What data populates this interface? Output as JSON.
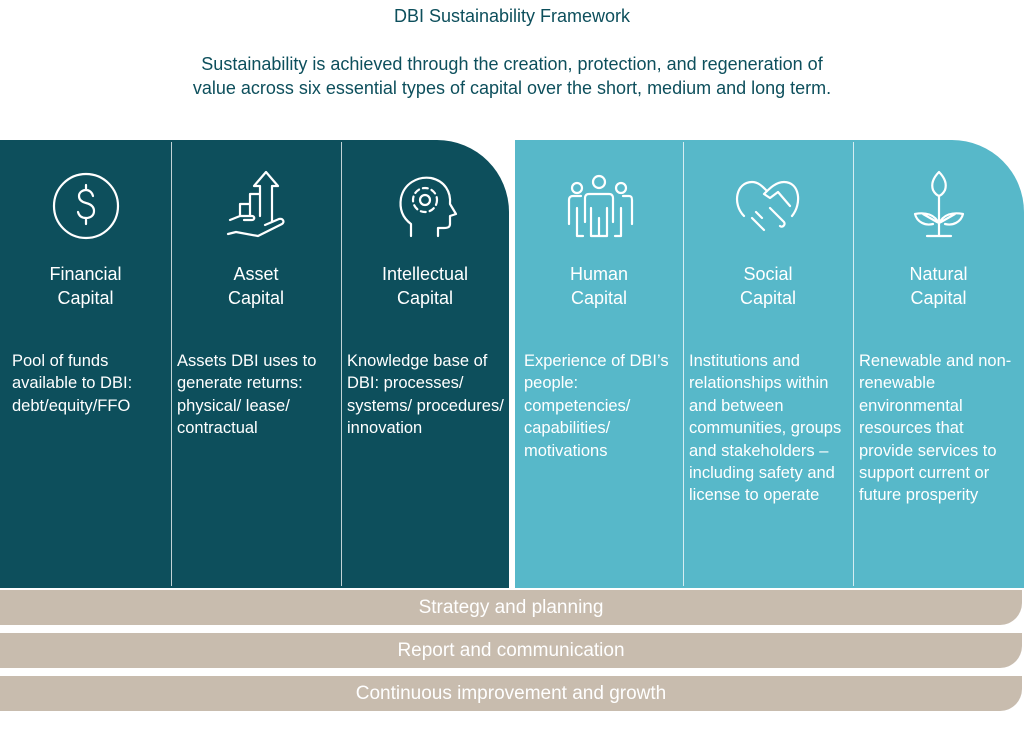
{
  "title": "DBI Sustainability Framework",
  "subtitle": [
    "Sustainability is achieved through the creation, protection, and regeneration of",
    "value across six essential types of capital over the short, medium and long term."
  ],
  "capitals": [
    {
      "name": [
        "Financial",
        "Capital"
      ],
      "icon": "dollar-icon",
      "description": "Pool of funds available to DBI: debt/equity/FFO"
    },
    {
      "name": [
        "Asset",
        "Capital"
      ],
      "icon": "growth-hand-icon",
      "description": "Assets DBI uses to generate returns: physical/ lease/ contractual"
    },
    {
      "name": [
        "Intellectual",
        "Capital"
      ],
      "icon": "head-gear-icon",
      "description": "Knowledge base of DBI: processes/ systems/ procedures/ innovation"
    },
    {
      "name": [
        "Human",
        "Capital"
      ],
      "icon": "people-icon",
      "description": "Experience of DBI’s people: competencies/ capabilities/ motivations"
    },
    {
      "name": [
        "Social",
        "Capital"
      ],
      "icon": "heart-handshake-icon",
      "description": "Institutions and relationships within and between communities, groups and stakeholders – including safety and license to operate"
    },
    {
      "name": [
        "Natural",
        "Capital"
      ],
      "icon": "plant-icon",
      "description": "Renewable and non-renewable environmental resources that provide services to support current or future prosperity"
    }
  ],
  "foundations": [
    "Strategy and planning",
    "Report and communication",
    "Continuous improvement and growth"
  ],
  "colors": {
    "dark": "#0d4f5c",
    "light": "#57b8c9",
    "bar": "#c8bcae"
  }
}
